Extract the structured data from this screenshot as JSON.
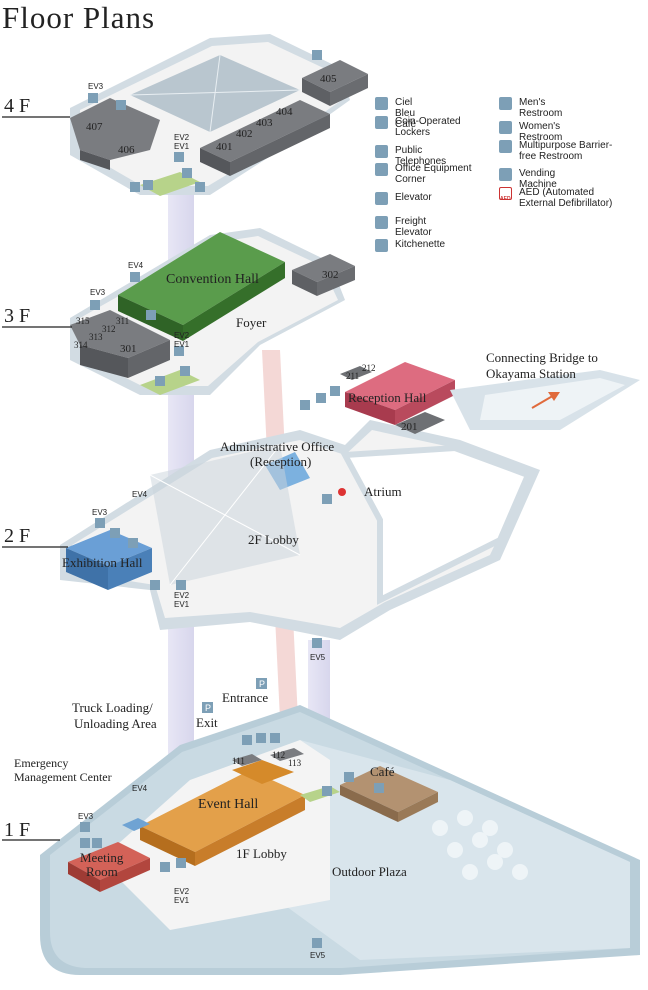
{
  "title": "Floor Plans",
  "floors": {
    "f4": "4 F",
    "f3": "3 F",
    "f2": "2 F",
    "f1": "1 F"
  },
  "rooms": {
    "r405": "405",
    "r404": "404",
    "r403": "403",
    "r402": "402",
    "r401": "401",
    "r407": "407",
    "r406": "406",
    "convention_hall": "Convention Hall",
    "r302": "302",
    "foyer": "Foyer",
    "r315": "315",
    "r311": "311",
    "r312": "312",
    "r313": "313",
    "r314": "314",
    "r301": "301",
    "reception_hall": "Reception Hall",
    "r211": "211",
    "r212": "212",
    "r201": "201",
    "admin_office_1": "Administrative Office",
    "admin_office_2": "(Reception)",
    "atrium": "Atrium",
    "lobby_2f": "2F Lobby",
    "exhibition_hall": "Exhibition Hall",
    "event_hall": "Event Hall",
    "lobby_1f": "1F Lobby",
    "cafe": "Café",
    "meeting_room_1": "Meeting",
    "meeting_room_2": "Room",
    "r111": "111",
    "r112": "112",
    "r113": "113",
    "outdoor_plaza": "Outdoor Plaza",
    "truck_1": "Truck Loading/",
    "truck_2": "Unloading Area",
    "emergency_1": "Emergency",
    "emergency_2": "Management Center",
    "entrance": "Entrance",
    "exit": "Exit",
    "bridge_1": "Connecting Bridge to",
    "bridge_2": "Okayama Station"
  },
  "elevators": {
    "ev1": "EV1",
    "ev2": "EV2",
    "ev3": "EV3",
    "ev4": "EV4",
    "ev5": "EV5"
  },
  "parking_glyph": "P",
  "legend": {
    "left": [
      "Ciel Bleu Café",
      "Coin-Operated Lockers",
      "Public Telephones",
      "Office Equipment Corner",
      "Elevator",
      "Freight Elevator",
      "Kitchenette"
    ],
    "right": [
      "Men's Restroom",
      "Women's Restroom",
      "Multipurpose Barrier-free Restroom",
      "Vending Machine",
      "AED (Automated External Defibrillator)"
    ],
    "aed_badge": "AED"
  },
  "colors": {
    "floor_outline": "#d4dde4",
    "floor_fill": "#f2f2f2",
    "room_gray": "#6e7074",
    "room_top": "#8a8c90",
    "convention": "#4f9a44",
    "exhibition": "#5b8fc7",
    "event": "#d58a2a",
    "reception": "#d25468",
    "cafe": "#a78360",
    "meeting": "#c9534a",
    "icon": "#7d9fb6",
    "shaft": "#cfcde8",
    "shaft_red": "#efc8c4"
  }
}
